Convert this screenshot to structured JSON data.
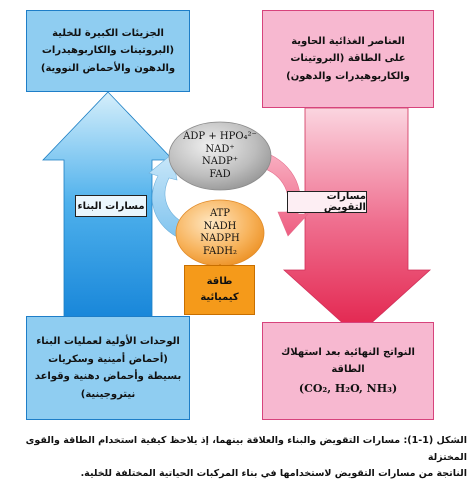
{
  "boxes": {
    "top_left": {
      "lines": [
        "الجزيئات الكبيرة للخلية",
        "(البروتينات والكاربوهيدرات",
        "والدهون والأحماض النووية)"
      ]
    },
    "top_right": {
      "lines": [
        "العناصر الغذائية الحاوية",
        "على الطاقة (البروتينات",
        "والكاربوهيدرات والدهون)"
      ]
    },
    "bottom_left": {
      "lines": [
        "الوحدات الأولية لعمليات البناء",
        "(أحماض أمينية وسكريات",
        "بسيطة وأحماض دهنية وقواعد",
        "نيتروجينية)"
      ]
    },
    "bottom_right": {
      "lines": [
        "النواتج النهائية بعد استهلاك",
        "الطاقة"
      ],
      "formula": "(CO₂, H₂O, NH₃)"
    }
  },
  "pathways": {
    "anabolic": "مسارات البناء",
    "catabolic": "مسارات التقويض"
  },
  "energy_box": {
    "lines": [
      "طاقة",
      "كيميائية"
    ]
  },
  "low_energy_molecules": [
    "ADP + HPO₄²⁻",
    "NAD⁺",
    "NADP⁺",
    "FAD"
  ],
  "high_energy_molecules": [
    "ATP",
    "NADH",
    "NADPH",
    "FADH₂"
  ],
  "caption": {
    "line1": "الشكل (1-1): مسارات التقويض والبناء والعلاقة بينهما، إذ يلاحظ كيفية استخدام الطاقة والقوى المختزلة",
    "line2": "الناتجة من مسارات التقويض لاستخدامها في بناء المركبات الحياتية المختلفة للخلية."
  },
  "colors": {
    "blue_box": "#8fcdf1",
    "pink_box": "#f7b8d0",
    "blue_arrow": "#46a9e8",
    "red_arrow": "#e84a6c",
    "orange": "#f59a1a",
    "gray_ellipse": "#b9b9b9"
  }
}
